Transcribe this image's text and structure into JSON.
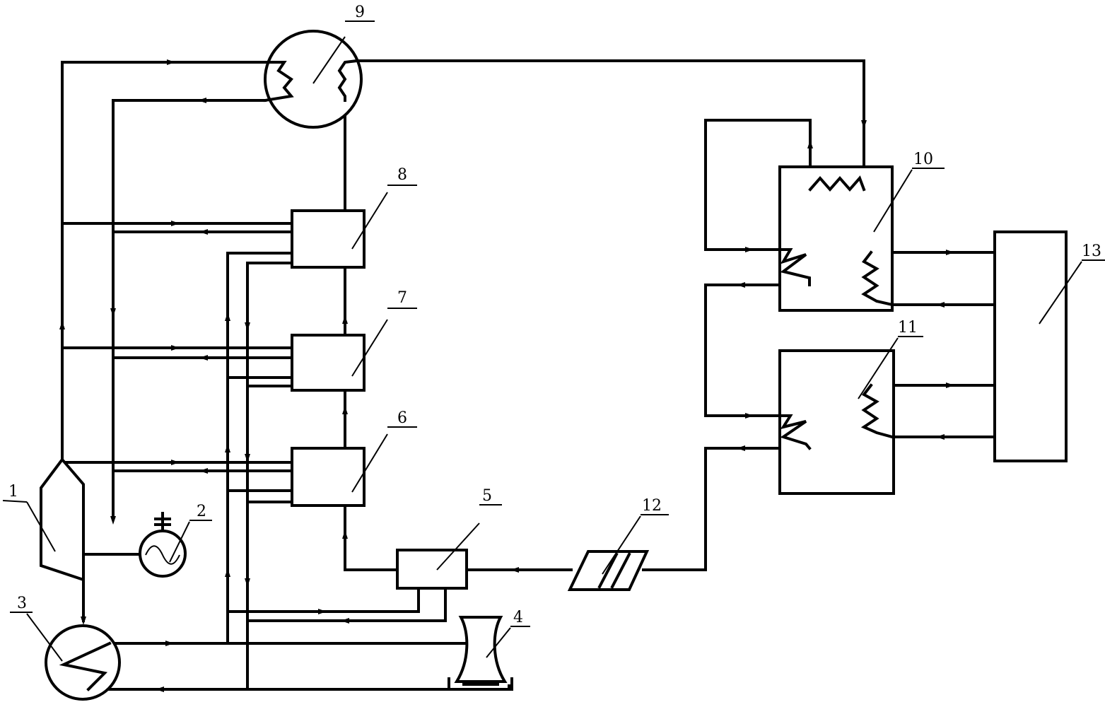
{
  "components": [
    {
      "id": "1",
      "icon": "steam-turbine"
    },
    {
      "id": "2",
      "icon": "generator"
    },
    {
      "id": "3",
      "icon": "condenser"
    },
    {
      "id": "4",
      "icon": "cooling-tower"
    },
    {
      "id": "5",
      "icon": "box"
    },
    {
      "id": "6",
      "icon": "box"
    },
    {
      "id": "7",
      "icon": "box"
    },
    {
      "id": "8",
      "icon": "box"
    },
    {
      "id": "9",
      "icon": "heat-exchanger-circle"
    },
    {
      "id": "10",
      "icon": "tank-with-coils"
    },
    {
      "id": "11",
      "icon": "tank-with-coils"
    },
    {
      "id": "12",
      "icon": "solar-collector"
    },
    {
      "id": "13",
      "icon": "box"
    }
  ]
}
